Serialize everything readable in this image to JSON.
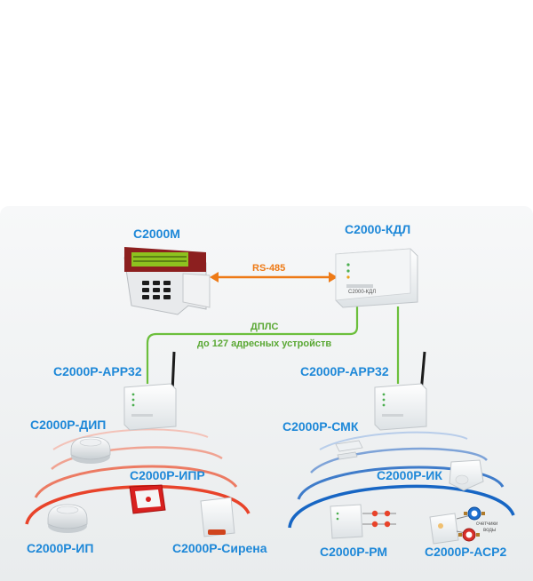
{
  "devices": {
    "s2000m": "С2000М",
    "kdl": "С2000-КДЛ",
    "kdl_panel_text": "С2000-КДЛ",
    "arr_left": "С2000Р-АРР32",
    "arr_right": "С2000Р-АРР32",
    "dip": "С2000Р-ДИП",
    "ipr": "С2000Р-ИПР",
    "ip": "С2000Р-ИП",
    "sirena": "С2000Р-Сирена",
    "smk": "С2000Р-СМК",
    "ik": "С2000Р-ИК",
    "rm": "С2000Р-РМ",
    "asr2": "С2000Р-АСР2"
  },
  "links": {
    "rs485": "RS-485",
    "dpls": "ДПЛС",
    "dpls_capacity": "до 127 адресных устройств"
  },
  "notes": {
    "water_meters_line1": "счетчики",
    "water_meters_line2": "воды"
  },
  "colors": {
    "label_blue": "#1e88d8",
    "rs485_orange": "#ee7a16",
    "dpls_green": "#6cbf3c",
    "radio_red": "#e8432a",
    "radio_blue": "#1766c4"
  }
}
